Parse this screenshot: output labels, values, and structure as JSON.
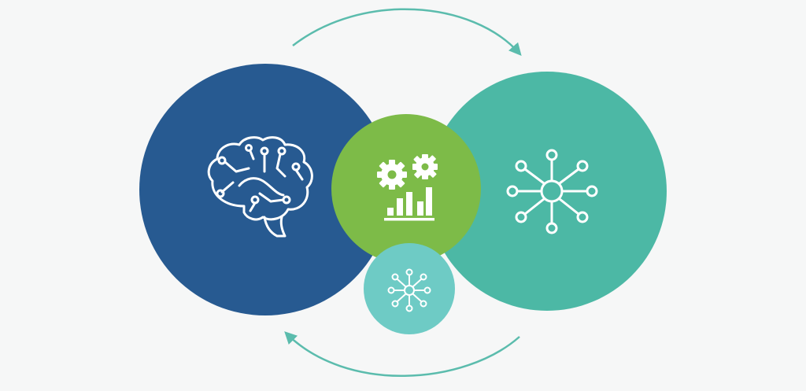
{
  "diagram": {
    "background": "#f6f7f7",
    "colors": {
      "navy": "#275a91",
      "teal": "#4cb8a5",
      "green": "#7dbb48",
      "light_teal": "#6ecbc5",
      "arrow": "#5bbcad",
      "icon": "#ffffff"
    },
    "nodes": [
      {
        "id": "left-circle",
        "fill": "navy",
        "icon": "brain-circuit-icon"
      },
      {
        "id": "right-circle",
        "fill": "teal",
        "icon": "network-hub-icon"
      },
      {
        "id": "center-circle",
        "fill": "green",
        "icon": "gears-bar-chart-icon"
      },
      {
        "id": "bottom-circle",
        "fill": "light_teal",
        "icon": "network-hub-small-icon"
      }
    ],
    "edges": [
      {
        "from": "left-circle",
        "to": "right-circle",
        "style": "curved-arrow-top"
      },
      {
        "from": "right-circle",
        "to": "left-circle",
        "style": "curved-arrow-bottom"
      }
    ]
  }
}
